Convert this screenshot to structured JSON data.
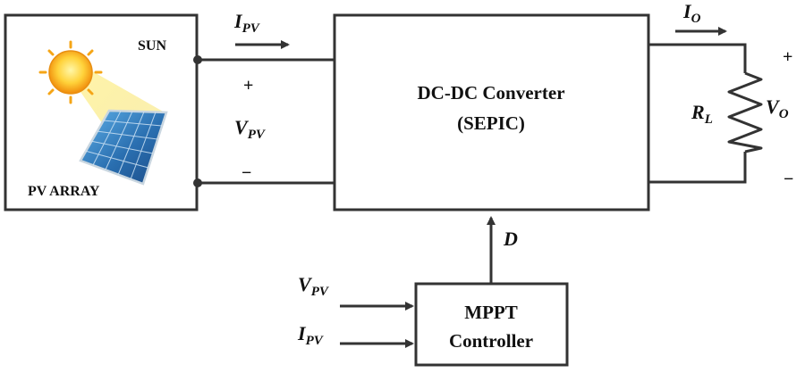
{
  "pv_array": {
    "sun_label": "SUN",
    "array_label": "PV ARRAY",
    "icons": {
      "sun": "sun-icon",
      "panel": "solar-panel-icon"
    }
  },
  "input_side": {
    "current_label": {
      "main": "I",
      "sub": "PV"
    },
    "voltage_label": {
      "main": "V",
      "sub": "PV"
    },
    "plus": "+",
    "minus": "−"
  },
  "converter": {
    "line1": "DC-DC Converter",
    "line2": "(SEPIC)"
  },
  "output_side": {
    "current_label": {
      "main": "I",
      "sub": "O"
    },
    "resistor_label": {
      "main": "R",
      "sub": "L"
    },
    "voltage_label": {
      "main": "V",
      "sub": "O"
    },
    "plus": "+",
    "minus": "−"
  },
  "duty_label": "D",
  "mppt": {
    "line1": "MPPT",
    "line2": "Controller",
    "input_v": {
      "main": "V",
      "sub": "PV"
    },
    "input_i": {
      "main": "I",
      "sub": "PV"
    }
  },
  "colors": {
    "stroke": "#333333",
    "text": "#111111",
    "sun": "#f5b21c",
    "panel": "#2a6fb0"
  }
}
